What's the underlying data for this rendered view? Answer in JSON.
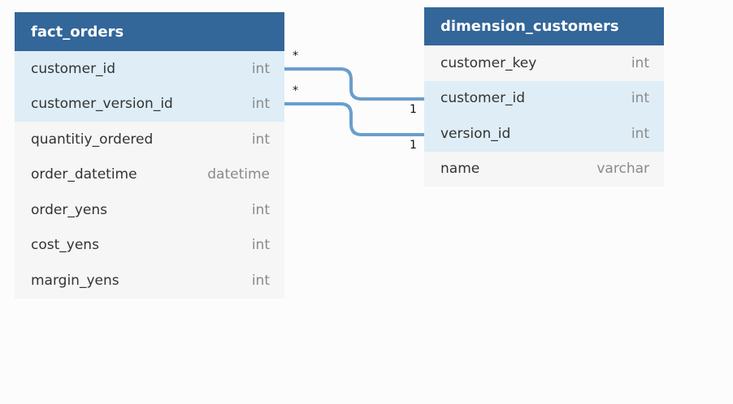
{
  "tables": [
    {
      "name": "fact_orders",
      "columns": [
        {
          "name": "customer_id",
          "type": "int",
          "linked": true
        },
        {
          "name": "customer_version_id",
          "type": "int",
          "linked": true
        },
        {
          "name": "quantitiy_ordered",
          "type": "int",
          "linked": false
        },
        {
          "name": "order_datetime",
          "type": "datetime",
          "linked": false
        },
        {
          "name": "order_yens",
          "type": "int",
          "linked": false
        },
        {
          "name": "cost_yens",
          "type": "int",
          "linked": false
        },
        {
          "name": "margin_yens",
          "type": "int",
          "linked": false
        }
      ]
    },
    {
      "name": "dimension_customers",
      "columns": [
        {
          "name": "customer_key",
          "type": "int",
          "linked": false
        },
        {
          "name": "customer_id",
          "type": "int",
          "linked": true
        },
        {
          "name": "version_id",
          "type": "int",
          "linked": true
        },
        {
          "name": "name",
          "type": "varchar",
          "linked": false
        }
      ]
    }
  ],
  "relationships": [
    {
      "from": "fact_orders.customer_id",
      "to": "dimension_customers.customer_id",
      "from_cardinality": "*",
      "to_cardinality": "1"
    },
    {
      "from": "fact_orders.customer_version_id",
      "to": "dimension_customers.version_id",
      "from_cardinality": "*",
      "to_cardinality": "1"
    }
  ],
  "colors": {
    "header": "#336699",
    "linked_row": "#deedf6",
    "row": "#f6f6f6",
    "connector": "#6a9ecb"
  }
}
